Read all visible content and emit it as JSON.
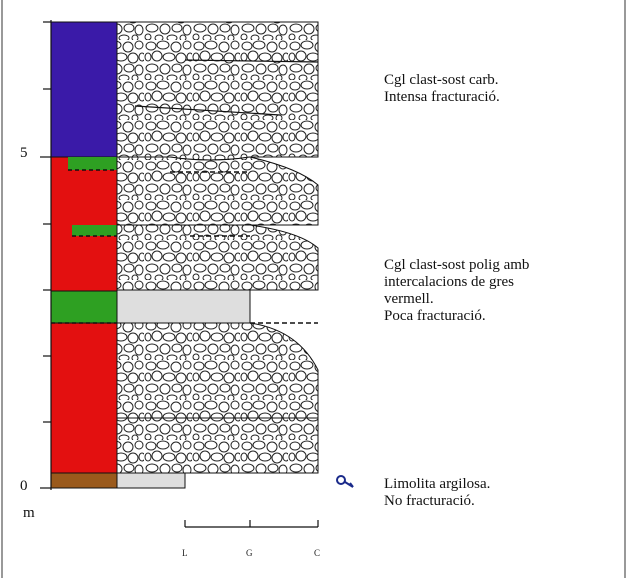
{
  "scale": {
    "tick_5": "5",
    "tick_0": "0",
    "unit": "m"
  },
  "grain_size": [
    "L",
    "G",
    "C"
  ],
  "units": [
    {
      "id": "upper",
      "line1": "Cgl clast-sost carb.",
      "line2": "Intensa fracturació.",
      "line3": "",
      "line4": ""
    },
    {
      "id": "middle",
      "line1": "Cgl clast-sost polig amb",
      "line2": "intercalacions de gres",
      "line3": "vermell.",
      "line4": "Poca fracturació."
    },
    {
      "id": "lower",
      "line1": "Limolita argilosa.",
      "line2": "No fracturació.",
      "line3": "",
      "line4": ""
    }
  ],
  "colors": {
    "blue": "#3a1aa8",
    "red": "#e31010",
    "green": "#2ea022",
    "brown": "#9a5a1c",
    "gray_fill": "#dedede",
    "symbol": "#1a2a8a"
  },
  "icons": {
    "fossil": "fossil-trace-icon"
  }
}
